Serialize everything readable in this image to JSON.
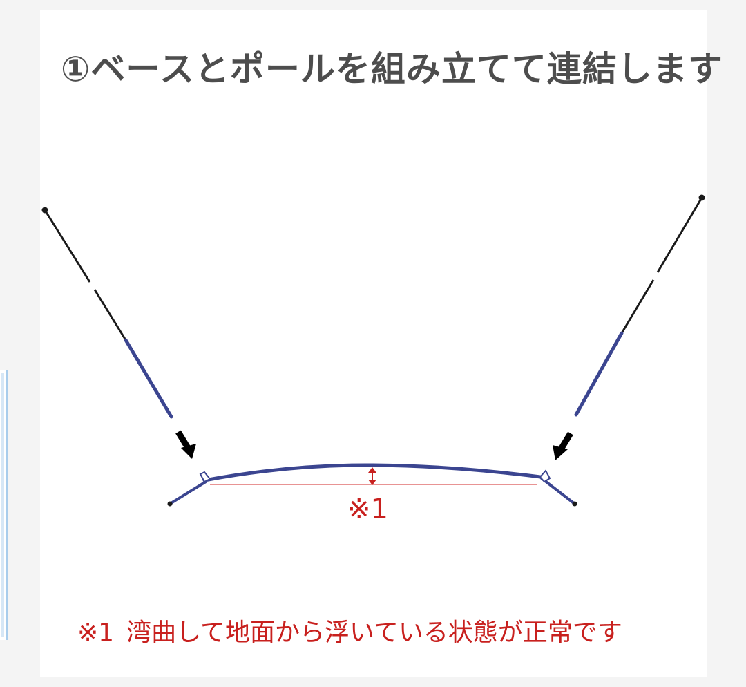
{
  "title": "①ベースとポールを組み立てて連結します",
  "diagram": {
    "note_marker": "※1"
  },
  "footnote": {
    "reference": "※1",
    "text": "湾曲して地面から浮いている状態が正常です"
  },
  "colors": {
    "title_text": "#4d4d4d",
    "note_red": "#c8201e",
    "pole_blue": "#3b4590",
    "pole_black": "#1a1a1a",
    "arrow_black": "#000000"
  }
}
